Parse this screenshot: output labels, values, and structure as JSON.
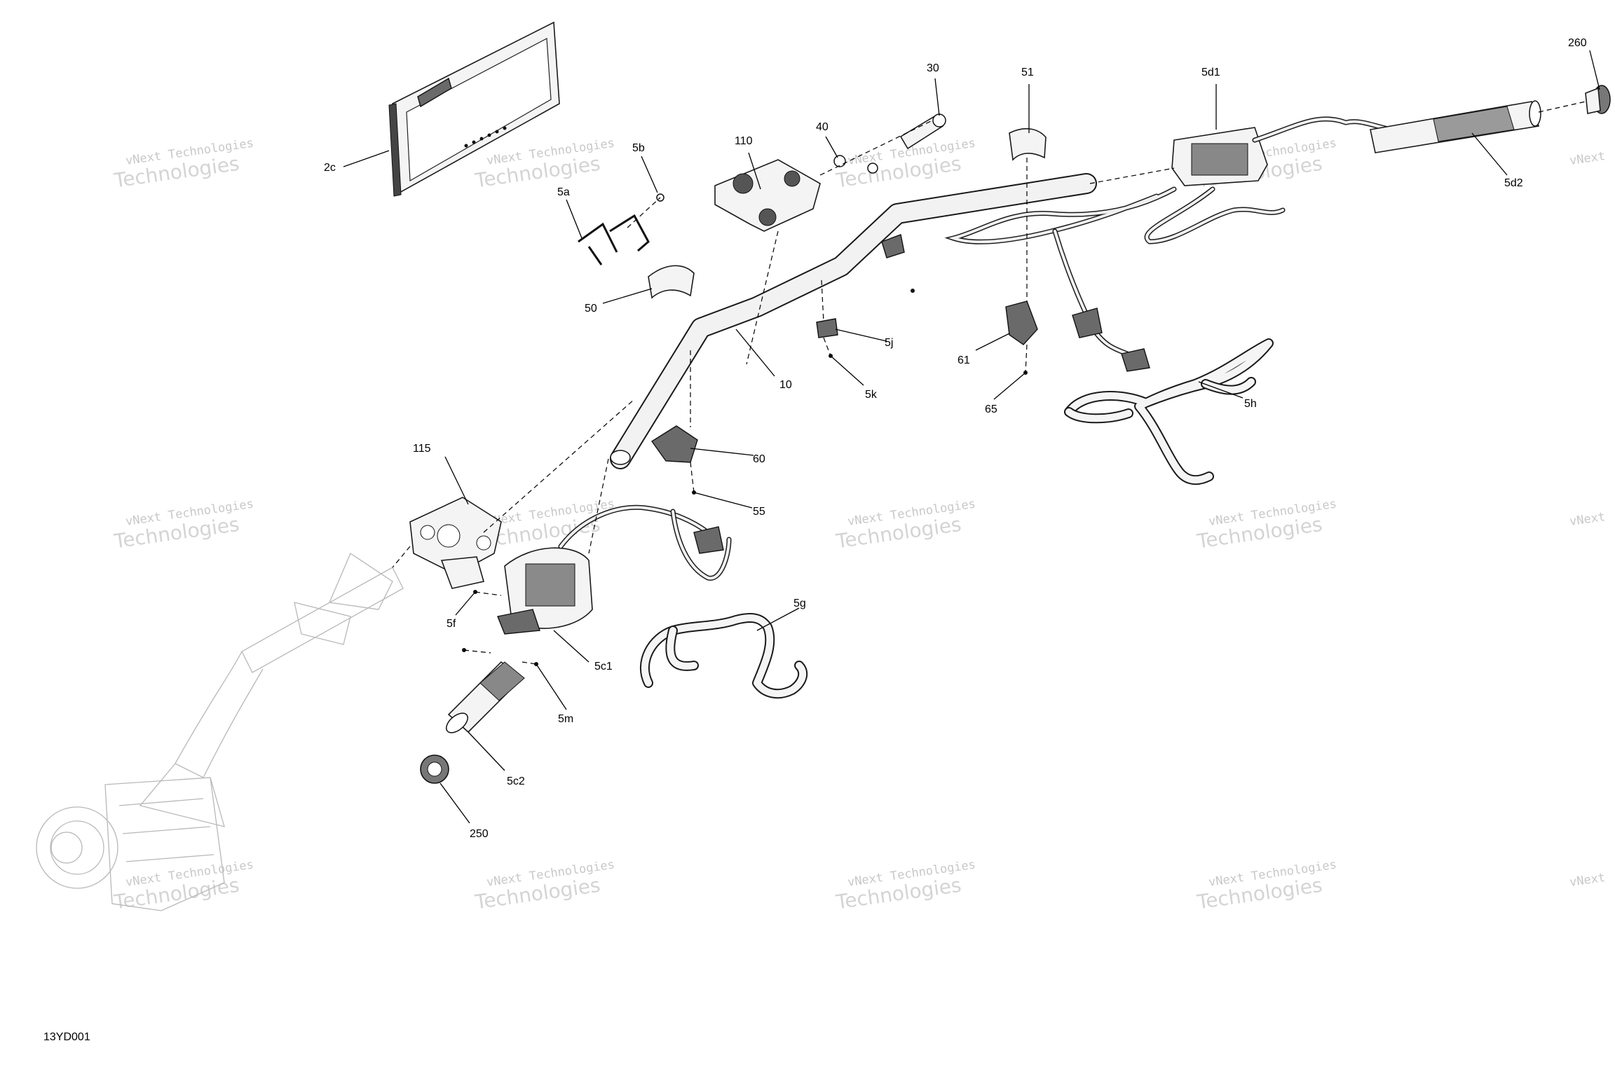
{
  "diagram_id": "13YD001",
  "watermark": {
    "line1": "vNext Technologies",
    "line2": "Technologies",
    "line3": "vNext"
  },
  "callouts": [
    {
      "id": "2c",
      "label": "2c"
    },
    {
      "id": "5b",
      "label": "5b"
    },
    {
      "id": "5a",
      "label": "5a"
    },
    {
      "id": "110",
      "label": "110"
    },
    {
      "id": "40",
      "label": "40"
    },
    {
      "id": "30",
      "label": "30"
    },
    {
      "id": "51",
      "label": "51"
    },
    {
      "id": "5d1",
      "label": "5d1"
    },
    {
      "id": "260",
      "label": "260"
    },
    {
      "id": "5d2",
      "label": "5d2"
    },
    {
      "id": "50",
      "label": "50"
    },
    {
      "id": "5j",
      "label": "5j"
    },
    {
      "id": "10",
      "label": "10"
    },
    {
      "id": "5k",
      "label": "5k"
    },
    {
      "id": "61",
      "label": "61"
    },
    {
      "id": "65",
      "label": "65"
    },
    {
      "id": "5h",
      "label": "5h"
    },
    {
      "id": "115",
      "label": "115"
    },
    {
      "id": "60",
      "label": "60"
    },
    {
      "id": "55",
      "label": "55"
    },
    {
      "id": "5f",
      "label": "5f"
    },
    {
      "id": "5c1",
      "label": "5c1"
    },
    {
      "id": "5g",
      "label": "5g"
    },
    {
      "id": "5m",
      "label": "5m"
    },
    {
      "id": "5c2",
      "label": "5c2"
    },
    {
      "id": "250",
      "label": "250"
    }
  ]
}
